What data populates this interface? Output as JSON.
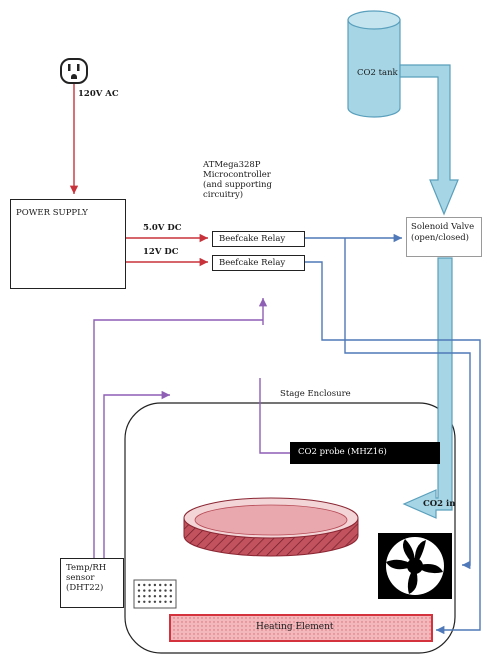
{
  "labels": {
    "outlet_voltage": "120V AC",
    "power_supply": "POWER SUPPLY",
    "dc_5v": "5.0V DC",
    "dc_12v": "12V DC",
    "mcu": "ATMega328P\nMicrocontroller\n(and supporting\ncircuitry)",
    "relay_1": "Beefcake Relay",
    "relay_2": "Beefcake Relay",
    "co2_tank": "CO2 tank",
    "solenoid": "Solenoid Valve\n(open/closed)",
    "stage_enclosure": "Stage Enclosure",
    "co2_probe": "CO2 probe (MHZ16)",
    "co2_in": "CO2 in",
    "temp_sensor": "Temp/RH\nsensor\n(DHT22)",
    "heating_element": "Heating Element"
  },
  "colors": {
    "power_wire": "#c8323a",
    "signal_wire": "#4f79b8",
    "sensor_wire": "#8e5fb5",
    "co2_fill": "#a6d6e6",
    "co2_stroke": "#5a9fbc",
    "probe_bg": "#000000",
    "heater_fill": "#f2b8bc",
    "heater_stroke": "#d4323d"
  },
  "icons": [
    "outlet-icon",
    "fan-icon",
    "sensor-grid-icon",
    "petri-dish-icon"
  ]
}
